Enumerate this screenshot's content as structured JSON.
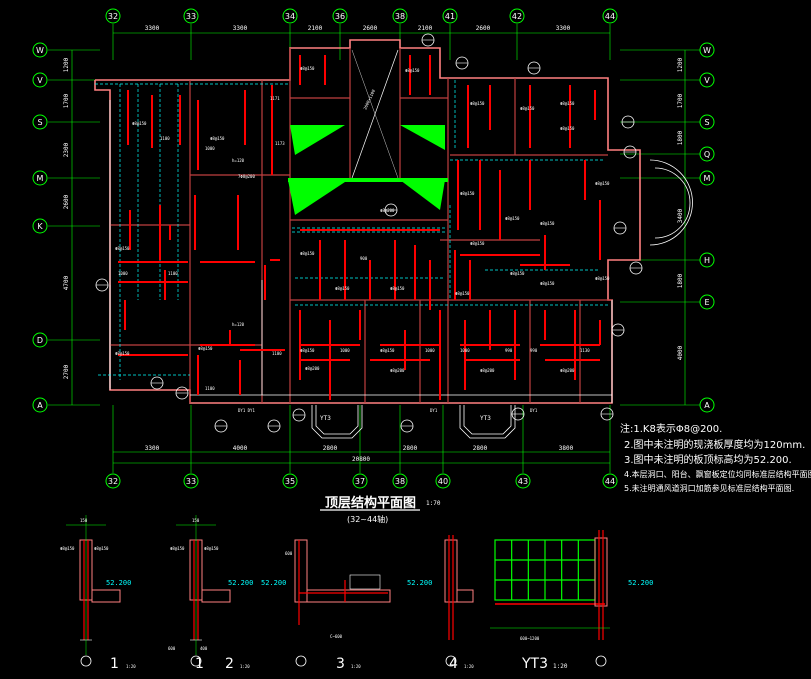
{
  "grid_top": [
    "32",
    "33",
    "34",
    "36",
    "38",
    "41",
    "42",
    "44"
  ],
  "grid_bottom": [
    "32",
    "33",
    "35",
    "37",
    "38",
    "40",
    "43",
    "44"
  ],
  "grid_rows_left": [
    "W",
    "V",
    "S",
    "M",
    "K",
    "D",
    "A"
  ],
  "grid_rows_right": [
    "W",
    "V",
    "S",
    "Q",
    "M",
    "H",
    "E",
    "A"
  ],
  "dims_top": [
    "3300",
    "3300",
    "2100",
    "2600",
    "2100",
    "2600",
    "3300"
  ],
  "dims_bottom": [
    "3300",
    "4000",
    "2800",
    "2800",
    "2800",
    "3800"
  ],
  "dim_total": "20800",
  "dims_left": [
    "1200",
    "1700",
    "2300",
    "2600",
    "4700",
    "2700"
  ],
  "dims_right": [
    "1200",
    "1700",
    "1800",
    "3400",
    "1800",
    "4000"
  ],
  "labels": {
    "yt_left": "YT3",
    "yt_right": "YT3",
    "dy_left": "DY1 DY1",
    "dy_mid": "DY1",
    "dy_right": "DY1",
    "h120a": "h=120",
    "h120b": "h=120",
    "slab_tag": "Φ8@200"
  },
  "notes": [
    "注:1.K8表示Φ8@200.",
    "2.图中未注明的现浇板厚度均为120mm.",
    "3.图中未注明的板顶标高均为52.200.",
    "4.本层洞口、阳台、飘窗板定位均同标准层结构平面图.",
    "5.未注明通风道洞口加筋参见标准层结构平面图."
  ],
  "title": {
    "main": "顶层结构平面图",
    "scale": "1:70",
    "sub": "(32~44轴)"
  },
  "details": [
    {
      "num": "1",
      "scale": "1:20",
      "elev": "52.200"
    },
    {
      "num": "1",
      "scale": "",
      "elev": "52.200"
    },
    {
      "num": "2",
      "scale": "1:20",
      "elev": ""
    },
    {
      "num": "3",
      "scale": "1:20",
      "elev": "52.200"
    },
    {
      "num": "4",
      "scale": "1:20",
      "elev": "52.200"
    }
  ],
  "yt3_title": {
    "name": "YT3",
    "scale": "1:20"
  },
  "detail_dims": [
    "150",
    "150",
    "600",
    "400",
    "600",
    "C~600",
    "600~1200"
  ],
  "colors": {
    "background": "#000000",
    "wall": "#ffffff",
    "rebar": "#ff0000",
    "grid": "#00ff00",
    "beam": "#ff8080",
    "hidden": "#00ffff",
    "dim": "#ffffff"
  }
}
